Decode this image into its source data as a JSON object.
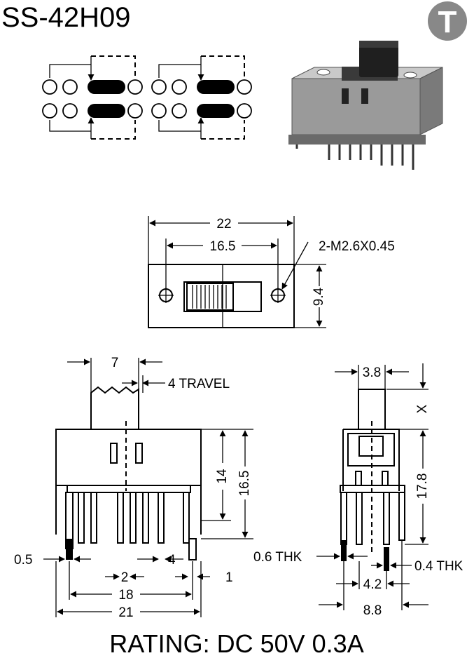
{
  "part_number": "SS-42H09",
  "logo_letter": "T",
  "top_view": {
    "width_label": "22",
    "hole_spacing_label": "16.5",
    "screw_label": "2-M2.6X0.45",
    "height_label": "9.4"
  },
  "front_view": {
    "actuator_width_label": "7",
    "travel_label": "4 TRAVEL",
    "height_label_a": "14",
    "height_label_b": "16.5",
    "pin_thickness_label": "0.5",
    "pitch_label_a": "4",
    "pitch_label_b": "2",
    "offset_label": "1",
    "pin_span_label": "18",
    "overall_label": "21"
  },
  "side_view": {
    "actuator_label": "3.8",
    "x_label": "X",
    "height_label": "17.8",
    "thk_left_label": "0.6 THK",
    "thk_right_label": "0.4 THK",
    "row_spacing_label": "4.2",
    "overall_label": "8.8"
  },
  "rating": "RATING: DC 50V 0.3A",
  "colors": {
    "ink": "#000000",
    "paper": "#ffffff",
    "logo": "#888888",
    "photo_body": "#9a9a9a"
  }
}
